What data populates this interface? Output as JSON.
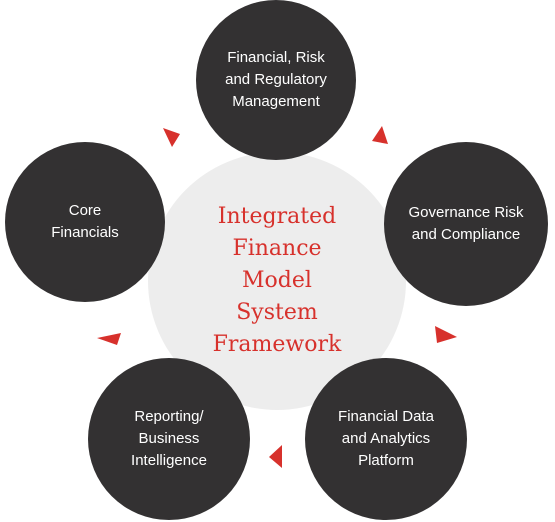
{
  "center": {
    "title": "Integrated\nFinance\nModel\nSystem\nFramework"
  },
  "nodes": {
    "top": {
      "label": "Financial, Risk\nand Regulatory\nManagement"
    },
    "right": {
      "label": "Governance Risk\nand Compliance"
    },
    "bottom_right": {
      "label": "Financial Data\nand Analytics\nPlatform"
    },
    "bottom_left": {
      "label": "Reporting/\nBusiness\nIntelligence"
    },
    "left": {
      "label": "Core\nFinancials"
    }
  },
  "colors": {
    "node_fill": "#333132",
    "center_fill": "#ededed",
    "accent": "#d7312c",
    "node_text": "#ffffff"
  },
  "icons": {
    "arrow": "triangle-arrow-icon"
  }
}
